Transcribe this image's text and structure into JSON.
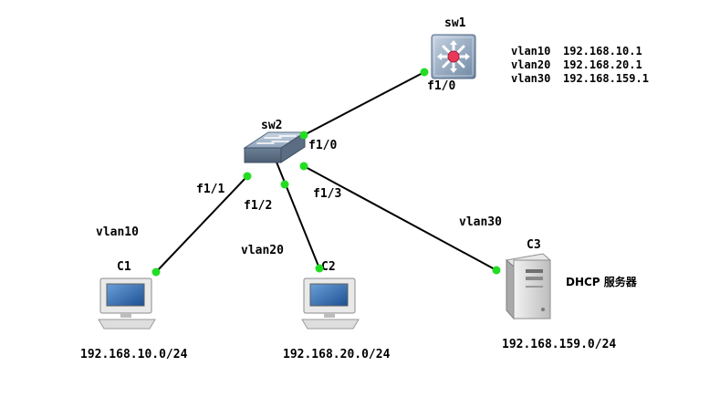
{
  "devices": {
    "sw1": {
      "label": "sw1"
    },
    "sw2": {
      "label": "sw2"
    },
    "c1": {
      "label": "C1"
    },
    "c2": {
      "label": "C2"
    },
    "c3": {
      "label": "C3",
      "role": "DHCP 服务器"
    }
  },
  "sw1_vlans": [
    {
      "vlan": "vlan10",
      "ip": "192.168.10.1"
    },
    {
      "vlan": "vlan20",
      "ip": "192.168.20.1"
    },
    {
      "vlan": "vlan30",
      "ip": "192.168.159.1"
    }
  ],
  "ports": {
    "sw1_uplink": "f1/0",
    "sw2_uplink": "f1/0",
    "sw2_c1": "f1/1",
    "sw2_c2": "f1/2",
    "sw2_c3": "f1/3"
  },
  "vlans": {
    "c1": "vlan10",
    "c2": "vlan20",
    "c3": "vlan30"
  },
  "subnets": {
    "c1": "192.168.10.0/24",
    "c2": "192.168.20.0/24",
    "c3": "192.168.159.0/24"
  },
  "colors": {
    "link": "#000000",
    "port_dot": "#22dd22",
    "router_accent": "#e8395a",
    "switch_body": "#8a9fb5"
  },
  "icons": {
    "sw1": "layer3-switch-icon",
    "sw2": "switch-icon",
    "c1": "pc-icon",
    "c2": "pc-icon",
    "c3": "server-icon"
  }
}
